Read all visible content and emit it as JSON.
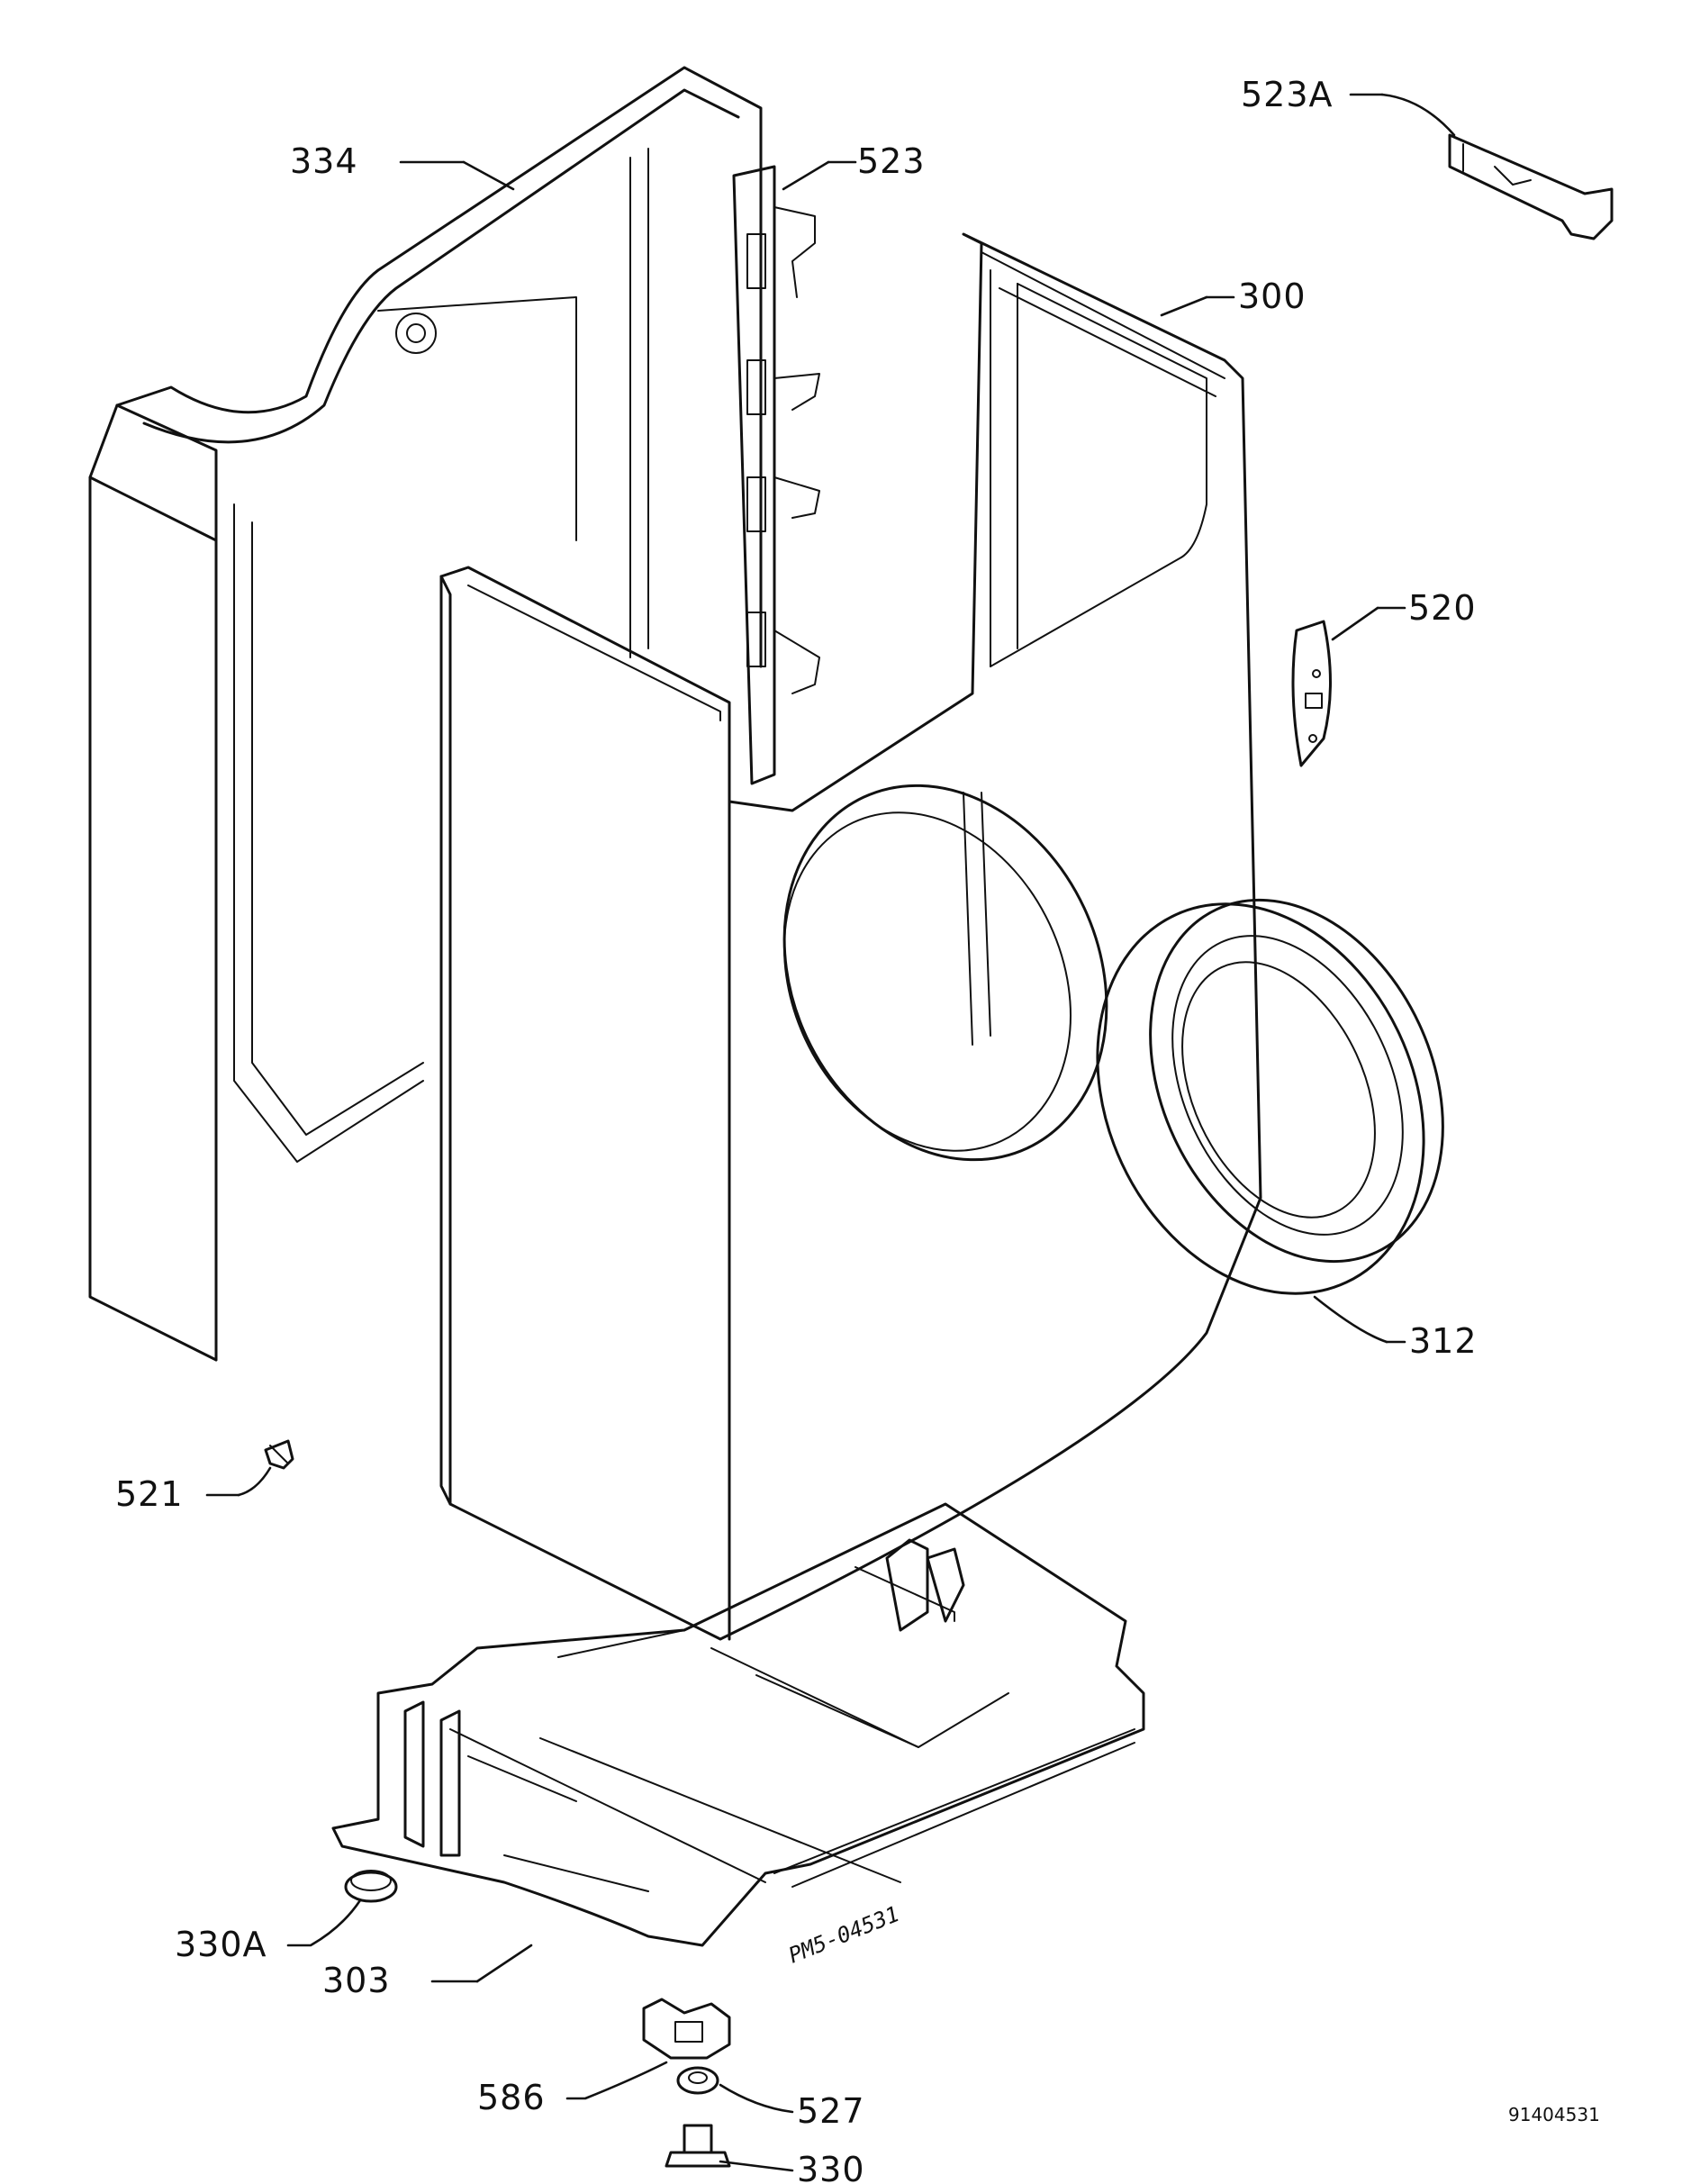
{
  "diagram": {
    "callouts": {
      "c334": "334",
      "c523": "523",
      "c523a": "523A",
      "c300": "300",
      "c520": "520",
      "c312": "312",
      "c521": "521",
      "c330a": "330A",
      "c303": "303",
      "c586": "586",
      "c527": "527",
      "c330": "330"
    },
    "drawing_code": "PM5-04531",
    "reference_number": "91404531"
  },
  "colors": {
    "ink": "#111111",
    "background": "#ffffff"
  }
}
